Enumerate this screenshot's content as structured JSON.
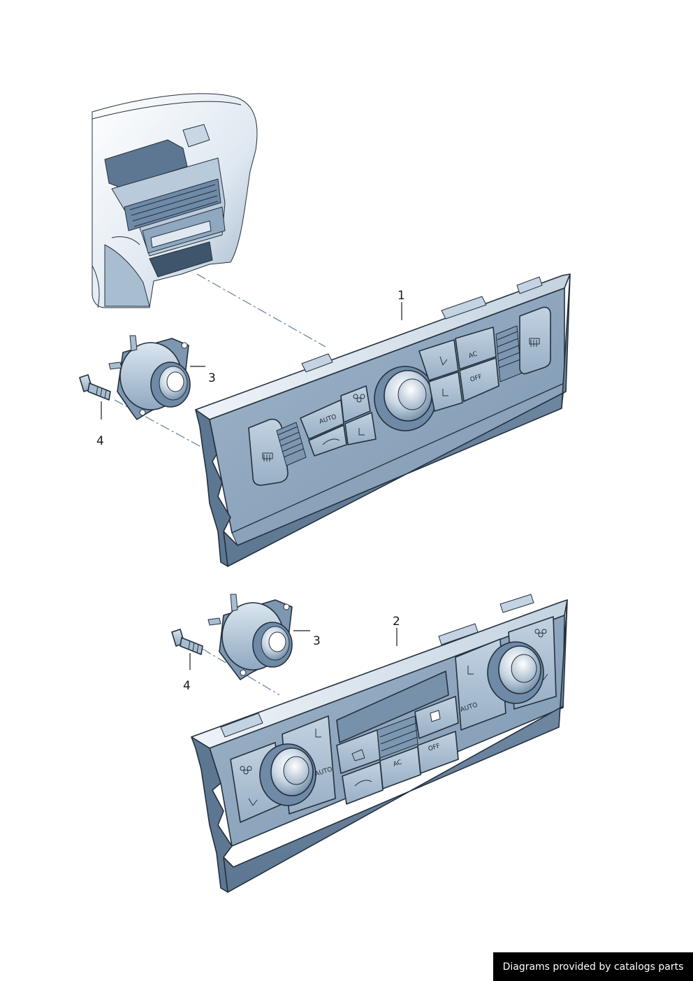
{
  "callouts": {
    "c1": "1",
    "c2": "2",
    "c3_upper": "3",
    "c4_upper": "4",
    "c3_lower": "3",
    "c4_lower": "4"
  },
  "panel1_buttons": {
    "auto": "AUTO",
    "ac": "AC",
    "off": "OFF"
  },
  "panel2_buttons": {
    "auto_left": "AUTO",
    "auto_right": "AUTO",
    "ac": "AC",
    "off": "OFF"
  },
  "footer": {
    "credit": "Diagrams provided by catalogs parts"
  },
  "colors": {
    "panel_dark": "#6f8aa6",
    "panel_mid": "#a9bdd0",
    "panel_light": "#dde7f0",
    "outline": "#24303d",
    "leader_dash": "#6e88a4"
  },
  "icons": [
    "fan-icon",
    "seat-heat-icon",
    "rear-defrost-icon",
    "recirculation-icon",
    "windshield-icon",
    "air-distribution-icon"
  ]
}
